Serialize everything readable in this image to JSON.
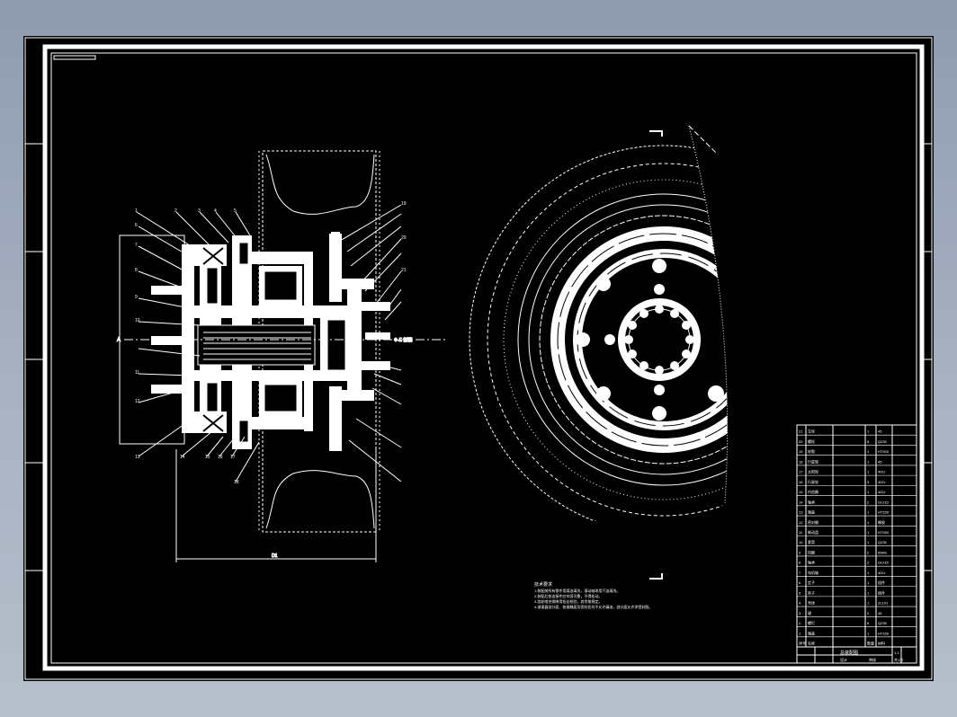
{
  "colors": {
    "viewer_background": "#9aa4b6",
    "sheet": "#000000",
    "ink": "#ffffff"
  },
  "drawing": {
    "notes": {
      "heading": "技术要求",
      "lines": [
        "1.装配前所有零件用煤油清洗，滚动轴承用汽油清洗。",
        "2.装配后各连接件应牢固可靠，不得松动。",
        "3.齿轮啮合侧隙用铅丝检验，其余按规定。",
        "4.减速器剖分面、各接触面及密封处均不允许漏油，剖分面允许涂密封胶。"
      ]
    },
    "title_block": {
      "drawing_name": "总装配图",
      "scale": "1:1",
      "sheet": "共1张",
      "designer": "设计",
      "checker": "审核"
    },
    "bom": {
      "rows": [
        [
          "21",
          "车轮",
          "1",
          "45"
        ],
        [
          "20",
          "螺栓",
          "8",
          "Q235"
        ],
        [
          "19",
          "轮毂",
          "1",
          "HT200"
        ],
        [
          "18",
          "行星架",
          "1",
          "45"
        ],
        [
          "17",
          "太阳轮",
          "1",
          "40Cr"
        ],
        [
          "16",
          "行星轮",
          "3",
          "40Cr"
        ],
        [
          "15",
          "内齿圈",
          "1",
          "40Cr"
        ],
        [
          "14",
          "轴承",
          "2",
          "GCr15"
        ],
        [
          "13",
          "端盖",
          "1",
          "HT150"
        ],
        [
          "12",
          "密封圈",
          "1",
          "橡胶"
        ],
        [
          "11",
          "制动盘",
          "1",
          "HT250"
        ],
        [
          "10",
          "套筒",
          "1",
          "Q235"
        ],
        [
          "9",
          "挡圈",
          "2",
          "65Mn"
        ],
        [
          "8",
          "轴承",
          "2",
          "GCr15"
        ],
        [
          "7",
          "电机轴",
          "1",
          "40Cr"
        ],
        [
          "6",
          "定子",
          "1",
          "组件"
        ],
        [
          "5",
          "转子",
          "1",
          "组件"
        ],
        [
          "4",
          "壳体",
          "1",
          "ZL101"
        ],
        [
          "3",
          "键",
          "2",
          "45"
        ],
        [
          "2",
          "螺钉",
          "6",
          "Q235"
        ],
        [
          "1",
          "端盖",
          "1",
          "HT150"
        ]
      ],
      "header": [
        "序号",
        "名称",
        "数量",
        "材料"
      ]
    },
    "dim_text": "Φ-E 剖视",
    "section_label": "A",
    "overall_dim": "D1"
  }
}
